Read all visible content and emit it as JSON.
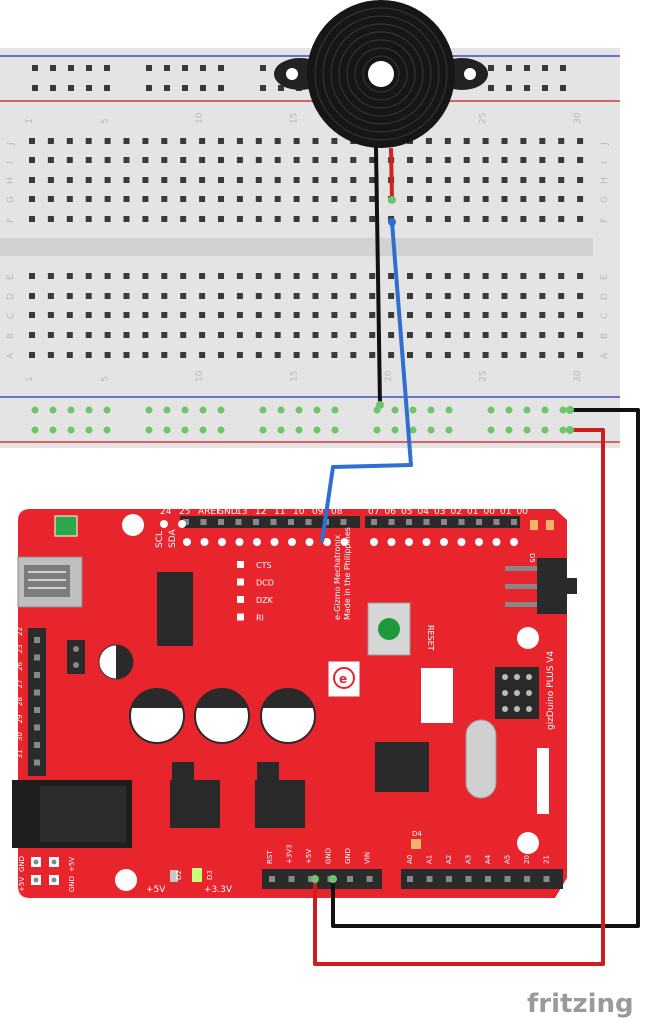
{
  "breadboard": {
    "column_numbers": [
      "1",
      "5",
      "10",
      "15",
      "20",
      "25",
      "30"
    ],
    "row_letters_top": [
      "J",
      "I",
      "H",
      "G",
      "F"
    ],
    "row_letters_bottom": [
      "E",
      "D",
      "C",
      "B",
      "A"
    ]
  },
  "board": {
    "name": "gizDuino PLUS V4",
    "maker_line1": "e-Gizmo Mechatronix",
    "maker_line2": "Made in the Philippines",
    "reset_label": "RESET",
    "top_header_labels": [
      "24",
      "25",
      "AREF",
      "GND",
      "13",
      "12",
      "11",
      "10",
      "09",
      "08"
    ],
    "top_header_labels_right": [
      "07",
      "06",
      "05",
      "04",
      "03",
      "02",
      "01",
      "00",
      "01",
      "00"
    ],
    "side_labels": [
      "SCL",
      "SDA"
    ],
    "status_labels": [
      "CTS",
      "DCD",
      "DZK",
      "RI"
    ],
    "left_header_labels": [
      "22",
      "23",
      "26",
      "27",
      "28",
      "29",
      "30",
      "31"
    ],
    "bottom_power_labels": [
      "RST",
      "+3V3",
      "+5V",
      "GND",
      "GND",
      "VIN"
    ],
    "bottom_analog_labels": [
      "A0",
      "A1",
      "A2",
      "A3",
      "A4",
      "A5",
      "20",
      "21"
    ],
    "left_bottom_labels": [
      "GND",
      "+5V",
      "+5V",
      "GND"
    ],
    "led_labels": [
      "D2",
      "D3",
      "D4",
      "D5"
    ],
    "power_labels": [
      "+5V",
      "+3.3V"
    ]
  },
  "watermark": "fritzing",
  "colors": {
    "board_red": "#e8242c",
    "wire_red": "#cc1e1e",
    "wire_black": "#111111",
    "wire_blue": "#2f6fd1",
    "breadboard": "#e4e4e4",
    "rail_blue": "#3d4fc1",
    "rail_red": "#d23a3a"
  }
}
